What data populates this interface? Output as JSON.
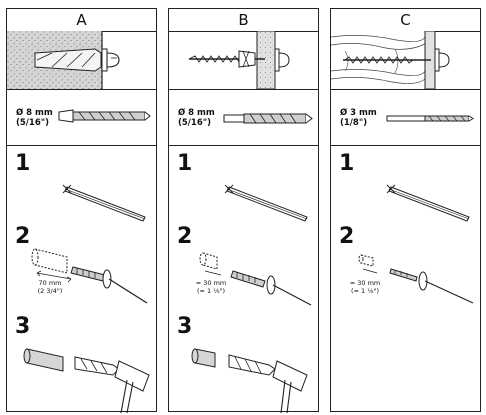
{
  "columns": [
    {
      "letter": "A",
      "bit_diameter": "Ø 8 mm",
      "bit_inch": "(5/16\")",
      "steps": [
        "1",
        "2",
        "3"
      ],
      "depth_mm": "70 mm",
      "depth_inch": "(2 3/4\")"
    },
    {
      "letter": "B",
      "bit_diameter": "Ø 8 mm",
      "bit_inch": "(5/16\")",
      "steps": [
        "1",
        "2",
        "3"
      ],
      "depth_mm": "≈ 30 mm",
      "depth_inch": "(≈ 1 ⅛\")"
    },
    {
      "letter": "C",
      "bit_diameter": "Ø 3 mm",
      "bit_inch": "(1/8\")",
      "steps": [
        "1",
        "2"
      ],
      "depth_mm": "≈ 30 mm",
      "depth_inch": "(≈ 1 ⅛\")"
    }
  ],
  "materials": [
    "concrete",
    "plasterboard",
    "wood"
  ],
  "colors": {
    "line": "#222222",
    "concrete_fill": "#d4d4d4",
    "drywall_fill": "#e2e2e2",
    "bit_fill": "#cfcfcf"
  }
}
